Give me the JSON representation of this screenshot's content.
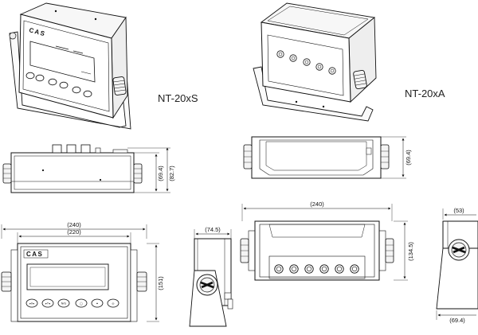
{
  "models": {
    "s_label": "NT-20xS",
    "a_label": "NT-20xA"
  },
  "brand": {
    "logo_text": "CAS"
  },
  "front_s": {
    "keys": [
      "▸0◂",
      "▸T◂",
      "N/G",
      "◯",
      "●",
      "◎"
    ]
  },
  "dimensions": {
    "top_s_height_inner": "(69.4)",
    "top_s_height_outer": "(82.7)",
    "top_a_height": "(69.4)",
    "front_s_width_outer": "(240)",
    "front_s_width_inner": "(220)",
    "front_s_height": "(151)",
    "side_s_depth": "(74.5)",
    "front_a_width": "(240)",
    "front_a_height": "(134.5)",
    "side_a_depth_top": "(53)",
    "side_a_depth_bottom": "(69.4)"
  }
}
